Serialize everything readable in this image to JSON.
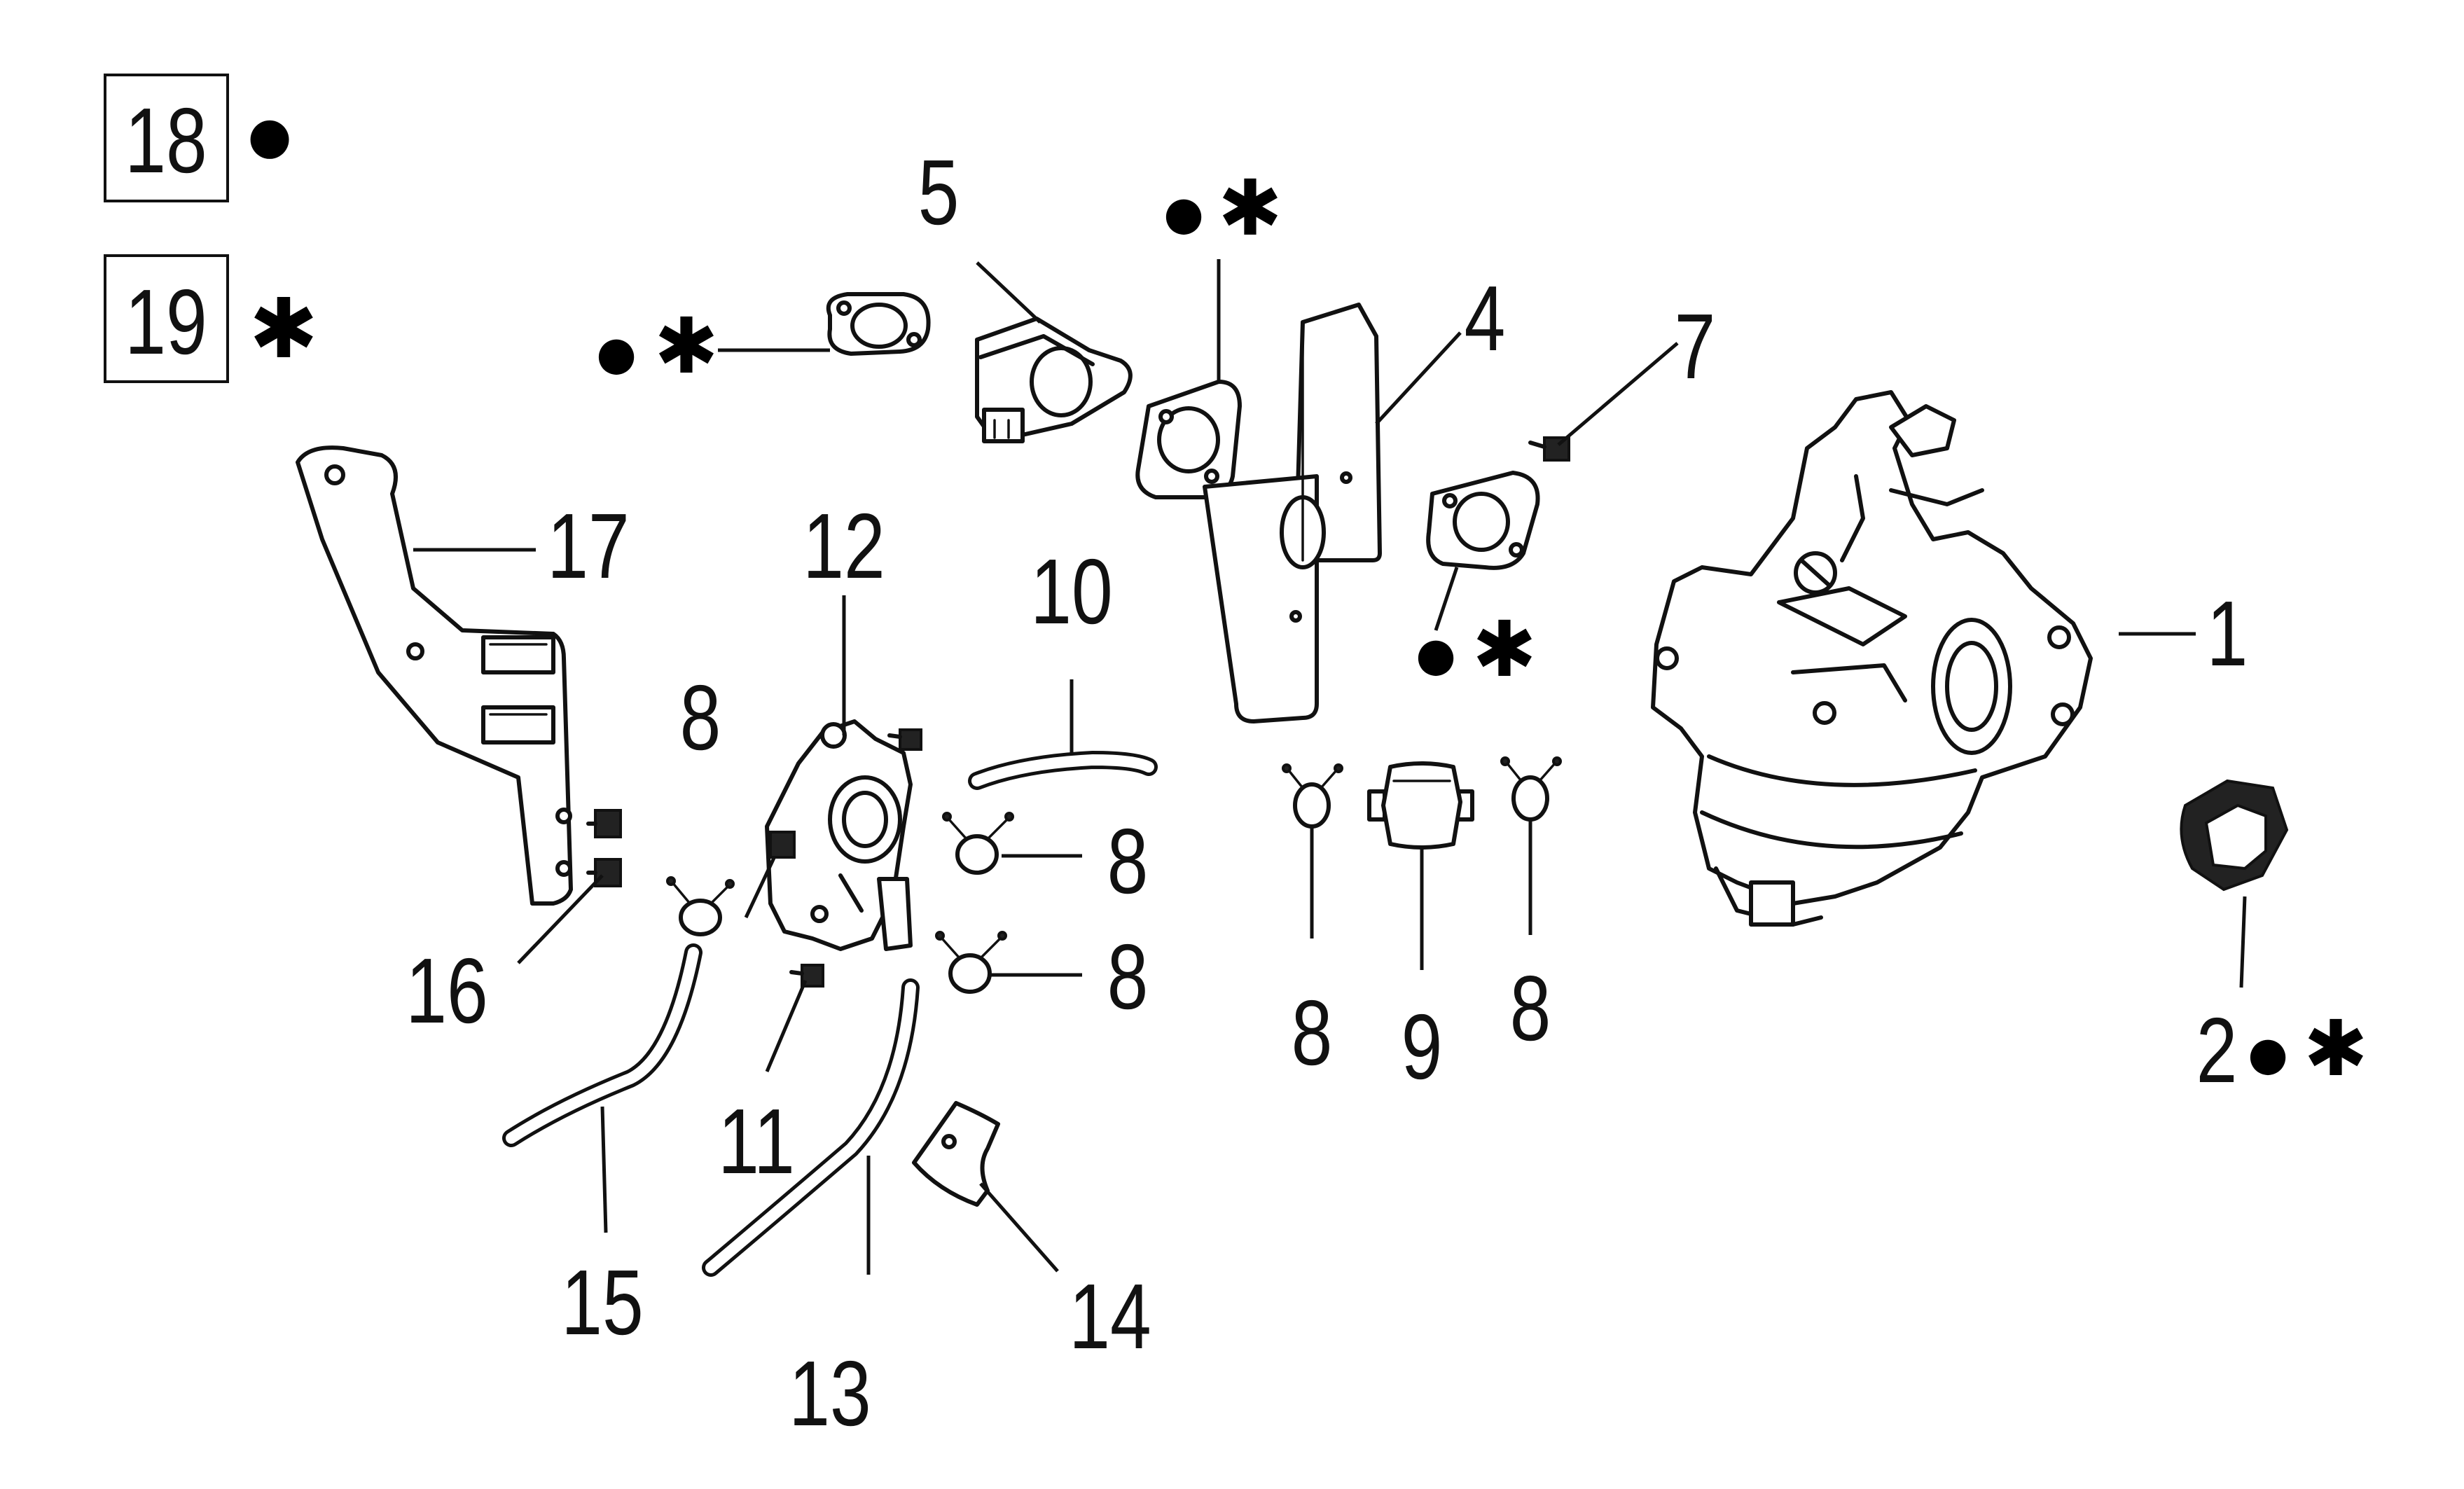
{
  "legend": [
    {
      "number": "18",
      "symbol": "●",
      "symbol_name": "dot"
    },
    {
      "number": "19",
      "symbol": "✱",
      "symbol_name": "asterisk"
    }
  ],
  "callouts": {
    "c1": "1",
    "c2": "2",
    "c4": "4",
    "c5": "5",
    "c7": "7",
    "c8a": "8",
    "c8b": "8",
    "c8c": "8",
    "c8d": "8",
    "c8e": "8",
    "c9": "9",
    "c10": "10",
    "c11": "11",
    "c12": "12",
    "c13": "13",
    "c14": "14",
    "c15": "15",
    "c16": "16",
    "c17": "17"
  },
  "markers": {
    "dot": "●",
    "star": "✱"
  },
  "colors": {
    "ink": "#111111",
    "background": "#ffffff"
  }
}
